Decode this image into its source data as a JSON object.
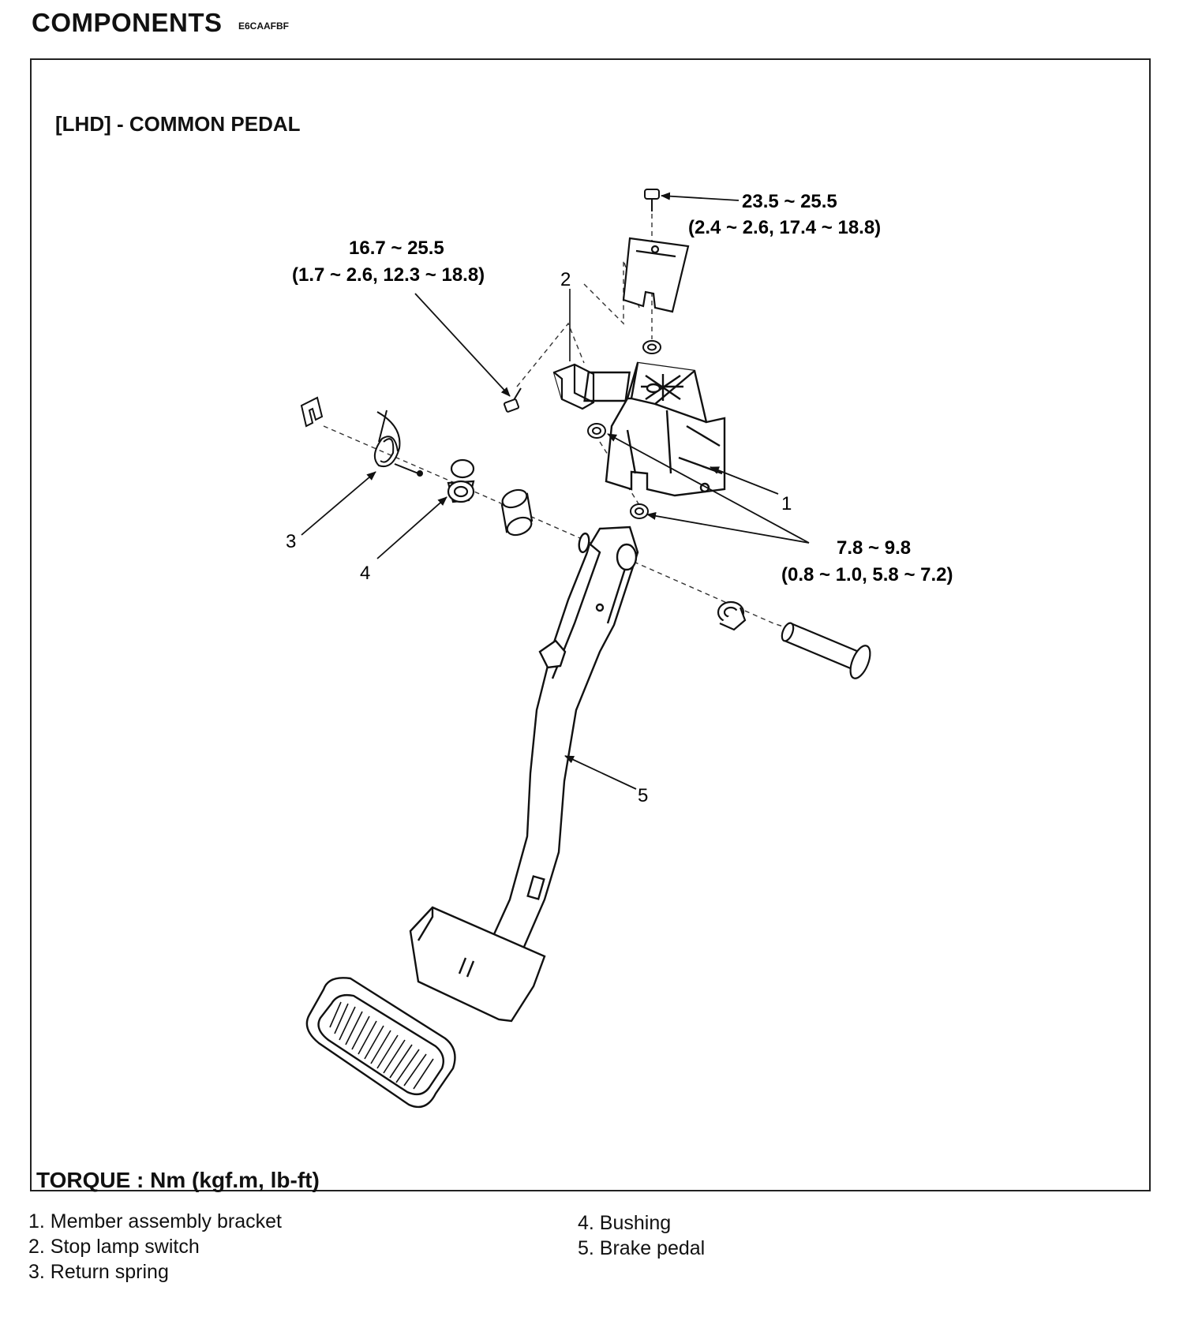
{
  "header": {
    "title": "COMPONENTS",
    "code": "E6CAAFBF"
  },
  "diagram": {
    "subtitle": "[LHD] - COMMON PEDAL",
    "torque_note": "TORQUE : Nm (kgf.m, lb-ft)",
    "torques": [
      {
        "line1": "23.5 ~ 25.5",
        "line2": "(2.4 ~ 2.6, 17.4 ~ 18.8)"
      },
      {
        "line1": "16.7 ~ 25.5",
        "line2": "(1.7 ~ 2.6, 12.3 ~ 18.8)"
      },
      {
        "line1": "7.8 ~ 9.8",
        "line2": "(0.8 ~ 1.0, 5.8 ~ 7.2)"
      }
    ],
    "callouts": [
      "1",
      "2",
      "3",
      "4",
      "5"
    ]
  },
  "legend": {
    "left": [
      "1. Member assembly bracket",
      "2. Stop lamp switch",
      "3. Return spring"
    ],
    "right": [
      "4. Bushing",
      "5. Brake pedal"
    ]
  }
}
